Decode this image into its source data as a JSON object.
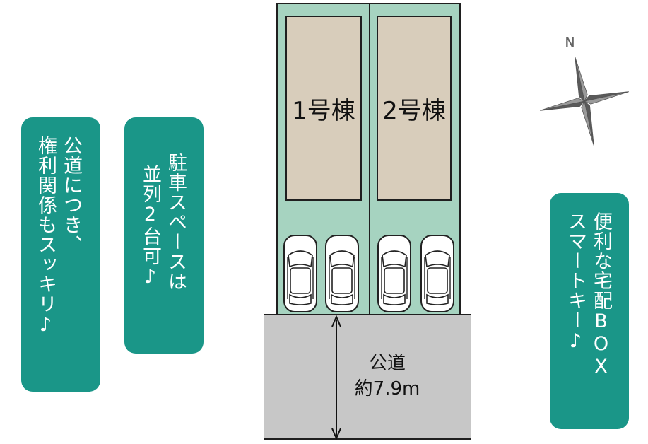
{
  "callouts": {
    "rights": {
      "col1": "権利関係もスッキリ♪",
      "col2": "公道につき、"
    },
    "parking": {
      "col1": "並列2台可♪",
      "col2": "駐車スペースは"
    },
    "smartkey": {
      "col1": "スマートキー♪",
      "col2": "便利な宅配BOX"
    }
  },
  "plan": {
    "building1": "1号棟",
    "building2": "2号棟",
    "road_label": "公道",
    "road_width": "約7.9m"
  },
  "compass": {
    "north_label": "N"
  },
  "colors": {
    "card": "#1a9688",
    "lot": "#a6d3c0",
    "house": "#d8cdbb",
    "road": "#c7c7c7"
  }
}
